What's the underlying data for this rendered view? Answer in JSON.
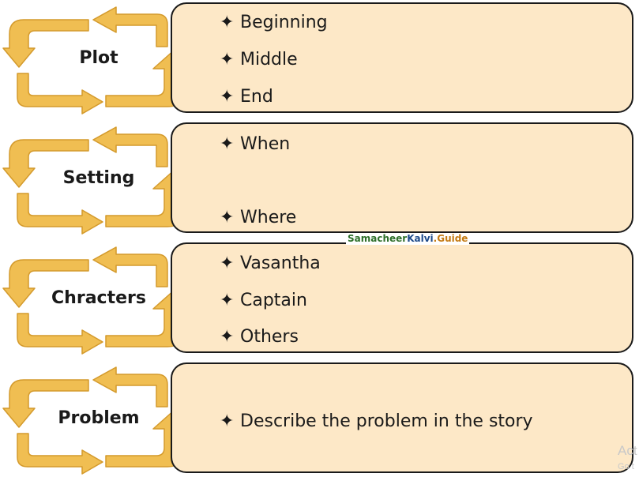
{
  "rows": [
    {
      "label": "Plot",
      "items": [
        "Beginning",
        "Middle",
        "End"
      ]
    },
    {
      "label": "Setting",
      "items": [
        "When",
        "Where"
      ]
    },
    {
      "label": "Chracters",
      "items": [
        "Vasantha",
        "Captain",
        "Others"
      ]
    },
    {
      "label": "Problem",
      "items": [
        "Describe the problem in the story"
      ]
    }
  ],
  "bullet": "✦",
  "watermark": {
    "part1": "Samacheer",
    "part2": "Kalvi",
    "part3": ".Guide"
  },
  "activation": {
    "line1": "Act",
    "line2": "Go t"
  },
  "colors": {
    "box_fill": "#fde8c7",
    "arrow_fill": "#f0be52",
    "arrow_edge": "#d49a2c"
  }
}
